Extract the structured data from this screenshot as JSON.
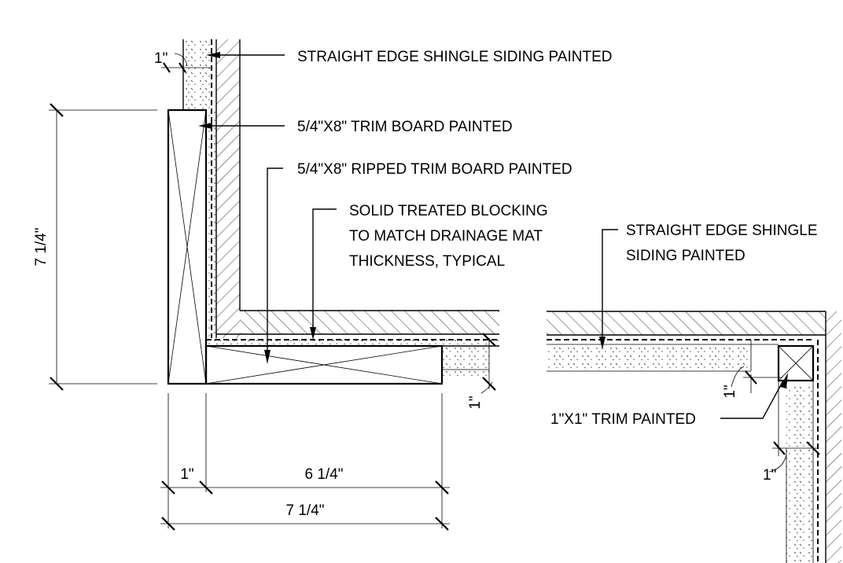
{
  "labels": {
    "siding_top": "STRAIGHT EDGE SHINGLE SIDING PAINTED",
    "trim_board": "5/4\"X8\" TRIM BOARD PAINTED",
    "ripped_trim": "5/4\"X8\" RIPPED TRIM BOARD PAINTED",
    "blocking_line1": "SOLID TREATED BLOCKING",
    "blocking_line2": "TO MATCH DRAINAGE MAT",
    "blocking_line3": "THICKNESS, TYPICAL",
    "siding_right_line1": "STRAIGHT EDGE SHINGLE",
    "siding_right_line2": "SIDING PAINTED",
    "trim_1x1": "1\"X1\" TRIM PAINTED"
  },
  "dimensions": {
    "top_offset": "1\"",
    "height": "7 1/4\"",
    "left_width": "1\"",
    "ripped_width": "6 1/4\"",
    "total_width": "7 1/4\"",
    "right_offset": "1\"",
    "detail2_offset_a": "1\"",
    "detail2_offset_b": "1\""
  }
}
